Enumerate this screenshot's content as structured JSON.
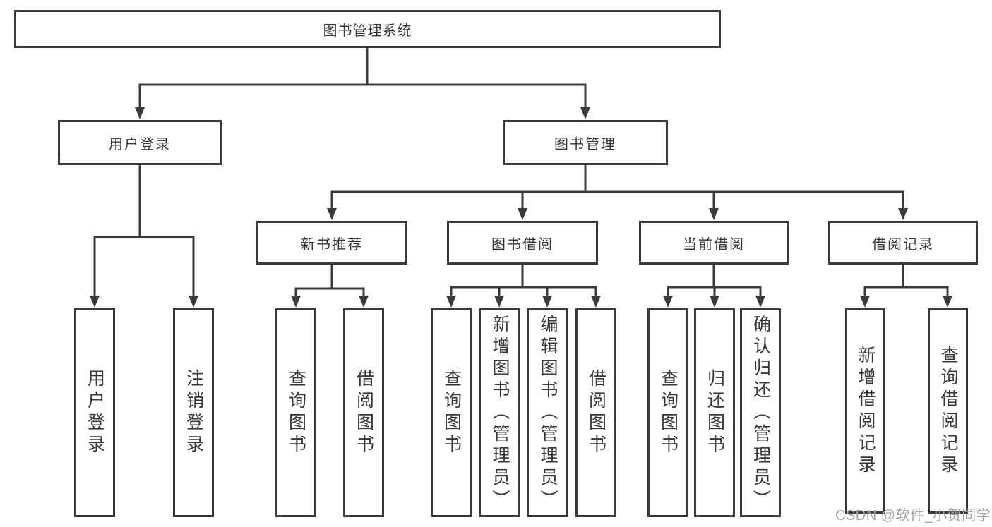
{
  "diagram": {
    "title": "图书管理系统",
    "watermark": "CSDN @软件_小贺同学",
    "colors": {
      "line": "#3a3a3a",
      "box_border": "#3b3b3b",
      "box_bg": "#ffffff",
      "text": "#383838",
      "watermark": "#a3a3a3"
    },
    "nodes": [
      {
        "id": "root",
        "label": "图书管理系统",
        "parent": null
      },
      {
        "id": "user-login",
        "label": "用户登录",
        "parent": "root"
      },
      {
        "id": "book-mgmt",
        "label": "图书管理",
        "parent": "root"
      },
      {
        "id": "new-book-rec",
        "label": "新书推荐",
        "parent": "book-mgmt"
      },
      {
        "id": "book-borrow",
        "label": "图书借阅",
        "parent": "book-mgmt"
      },
      {
        "id": "current-borrow",
        "label": "当前借阅",
        "parent": "book-mgmt"
      },
      {
        "id": "borrow-records",
        "label": "借阅记录",
        "parent": "book-mgmt"
      },
      {
        "id": "leaf-user-login",
        "label": "用户登录",
        "parent": "user-login"
      },
      {
        "id": "leaf-logout",
        "label": "注销登录",
        "parent": "user-login"
      },
      {
        "id": "leaf-nbr-query",
        "label": "查询图书",
        "parent": "new-book-rec"
      },
      {
        "id": "leaf-nbr-borrow",
        "label": "借阅图书",
        "parent": "new-book-rec"
      },
      {
        "id": "leaf-bb-query",
        "label": "查询图书",
        "parent": "book-borrow"
      },
      {
        "id": "leaf-bb-add",
        "label": "新增图书（管理员）",
        "parent": "book-borrow"
      },
      {
        "id": "leaf-bb-edit",
        "label": "编辑图书（管理员）",
        "parent": "book-borrow"
      },
      {
        "id": "leaf-bb-borrow",
        "label": "借阅图书",
        "parent": "book-borrow"
      },
      {
        "id": "leaf-cb-query",
        "label": "查询图书",
        "parent": "current-borrow"
      },
      {
        "id": "leaf-cb-return",
        "label": "归还图书",
        "parent": "current-borrow"
      },
      {
        "id": "leaf-cb-confirm",
        "label": "确认归还（管理员）",
        "parent": "current-borrow"
      },
      {
        "id": "leaf-br-add",
        "label": "新增借阅记录",
        "parent": "borrow-records"
      },
      {
        "id": "leaf-br-query",
        "label": "查询借阅记录",
        "parent": "borrow-records"
      }
    ]
  }
}
